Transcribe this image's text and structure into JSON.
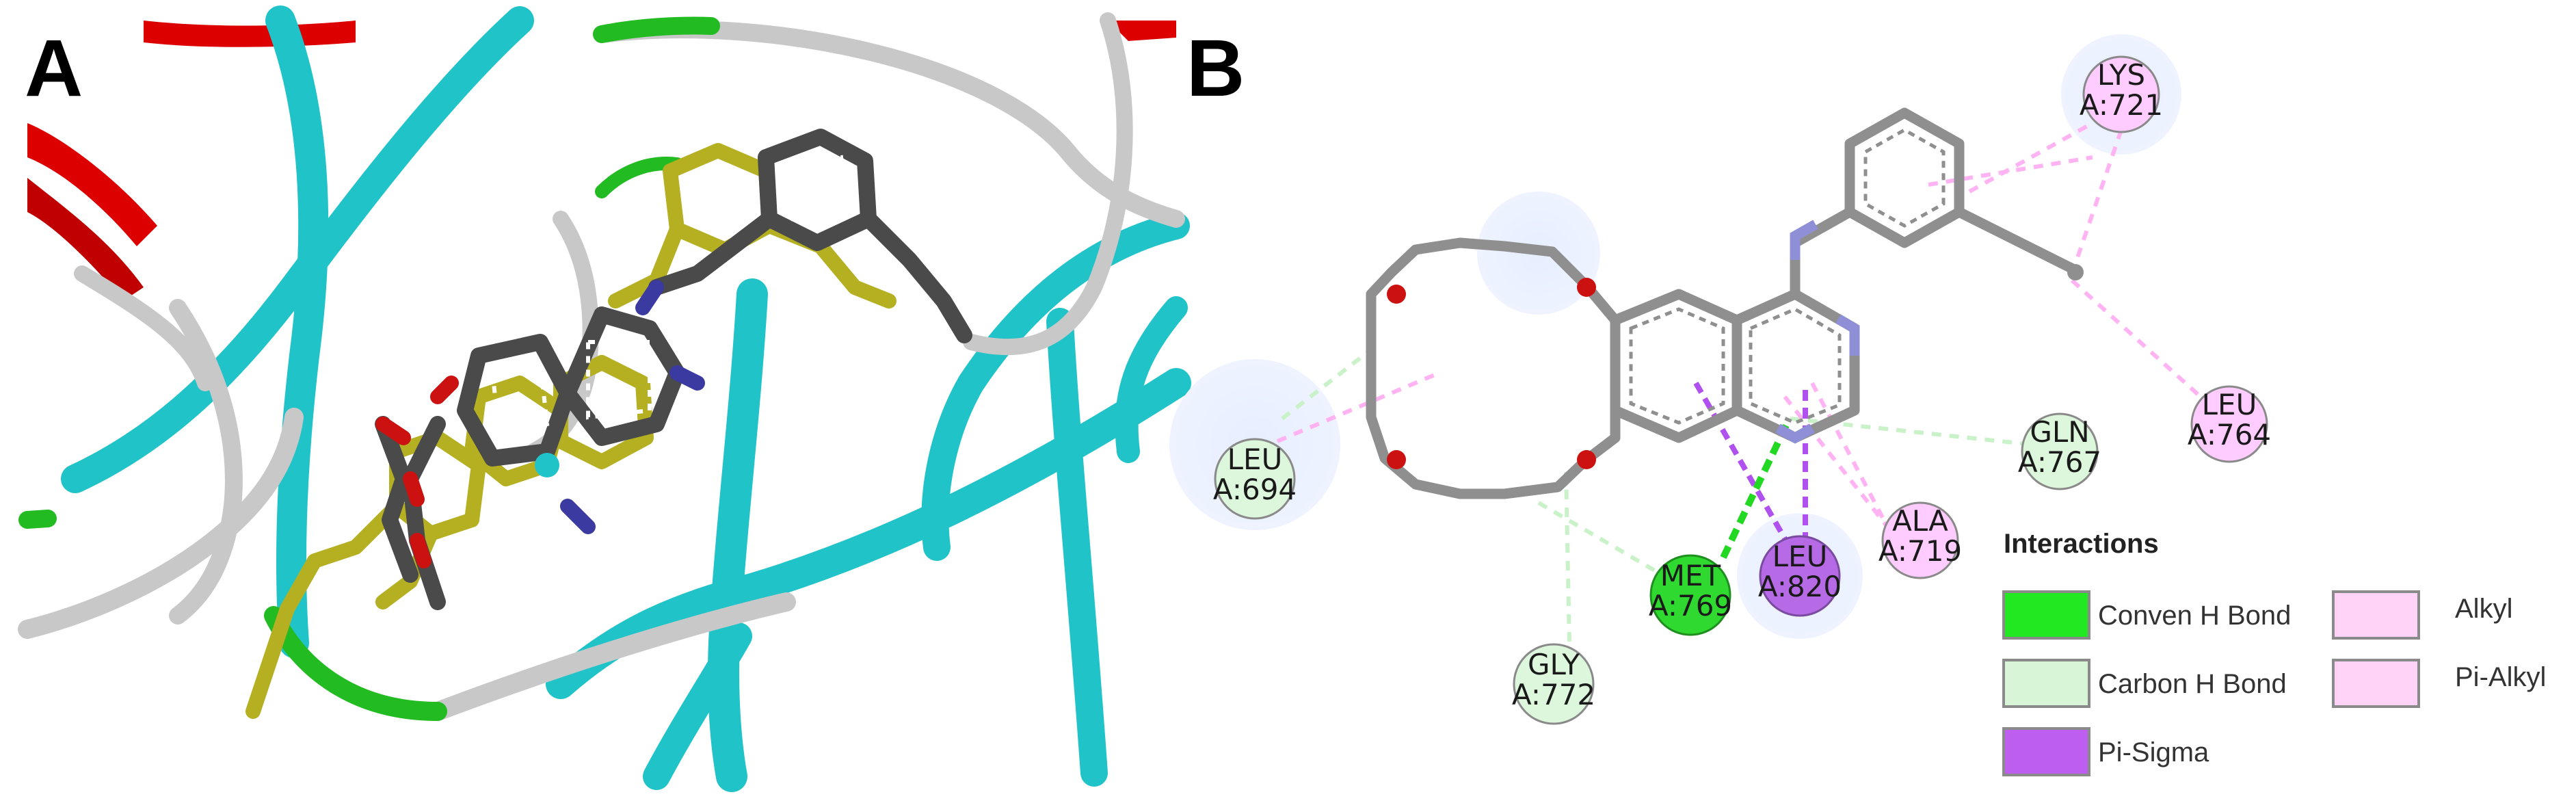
{
  "panels": [
    {
      "letter": "A"
    },
    {
      "letter": "B"
    }
  ],
  "residues": [
    {
      "name": "LYS",
      "id": "A:721",
      "type": "Alkyl",
      "color": "#ffccff"
    },
    {
      "name": "LEU",
      "id": "A:764",
      "type": "Alkyl",
      "color": "#ffccff"
    },
    {
      "name": "GLN",
      "id": "A:767",
      "type": "Carbon H Bond",
      "color": "#ddf7dd"
    },
    {
      "name": "ALA",
      "id": "A:719",
      "type": "Pi-Alkyl",
      "color": "#ffccff"
    },
    {
      "name": "LEU",
      "id": "A:820",
      "type": "Pi-Sigma",
      "color": "#b66ae6"
    },
    {
      "name": "MET",
      "id": "A:769",
      "type": "Conven H Bond",
      "color": "#2fd92f"
    },
    {
      "name": "GLY",
      "id": "A:772",
      "type": "Carbon H Bond",
      "color": "#ddf7dd"
    },
    {
      "name": "LEU",
      "id": "A:694",
      "type": "Carbon H Bond",
      "color": "#ddf7dd"
    }
  ],
  "legend": {
    "title": "Interactions",
    "items": [
      {
        "label": "Conven H Bond",
        "color": "#22e822"
      },
      {
        "label": "Carbon H Bond",
        "color": "#d8f5d8"
      },
      {
        "label": "Pi-Sigma",
        "color": "#bd5ef0"
      },
      {
        "label": "Alkyl",
        "color": "#ffd2f8"
      },
      {
        "label": "Pi-Alkyl",
        "color": "#ffd2f8"
      }
    ]
  },
  "colors": {
    "helix": "#dd0000",
    "strand": "#20c4c8",
    "loop": "#c8c8c8",
    "turn": "#22bb22",
    "ligand_ref": "#b5b022",
    "ligand_docked": "#4a4a4a",
    "nitrogen": "#3a3aa0",
    "oxygen": "#cc1111",
    "bond_2d": "#8f8f8f"
  }
}
